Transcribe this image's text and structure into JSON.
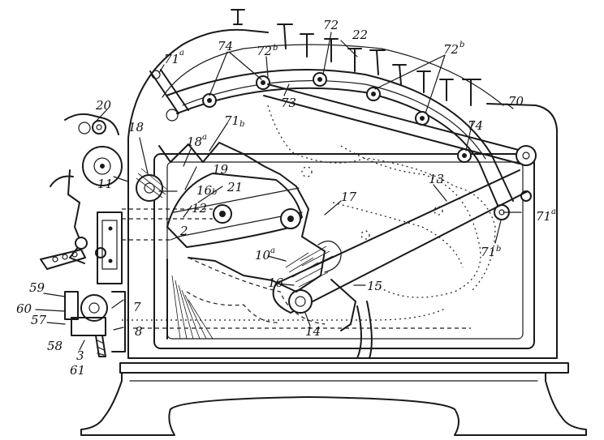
{
  "figure": {
    "labels": {
      "l_71a_top": "71",
      "l_71a_top_sup": "a",
      "l_74_top": "74",
      "l_72b_left": "72",
      "l_72b_left_sup": "b",
      "l_72_top": "72",
      "l_22": "22",
      "l_72b_right": "72",
      "l_72b_right_sup": "b",
      "l_73": "73",
      "l_70": "70",
      "l_74_right": "74",
      "l_71b_left": "71",
      "l_71b_left_sup": "b",
      "l_20": "20",
      "l_18": "18",
      "l_18a": "18",
      "l_18a_sup": "a",
      "l_19": "19",
      "l_11": "11",
      "l_16b": "16",
      "l_16b_sup": "b",
      "l_21": "21",
      "l_12": "12",
      "l_2": "2",
      "l_17": "17",
      "l_13": "13",
      "l_71a_right": "71",
      "l_71a_right_sup": "a",
      "l_71b_right": "71",
      "l_71b_right_sup": "b",
      "l_10a": "10",
      "l_10a_sup": "a",
      "l_16": "16",
      "l_15": "15",
      "l_14": "14",
      "l_59": "59",
      "l_60": "60",
      "l_57": "57",
      "l_58": "58",
      "l_7": "7",
      "l_8": "8",
      "l_3": "3",
      "l_61": "61"
    }
  }
}
